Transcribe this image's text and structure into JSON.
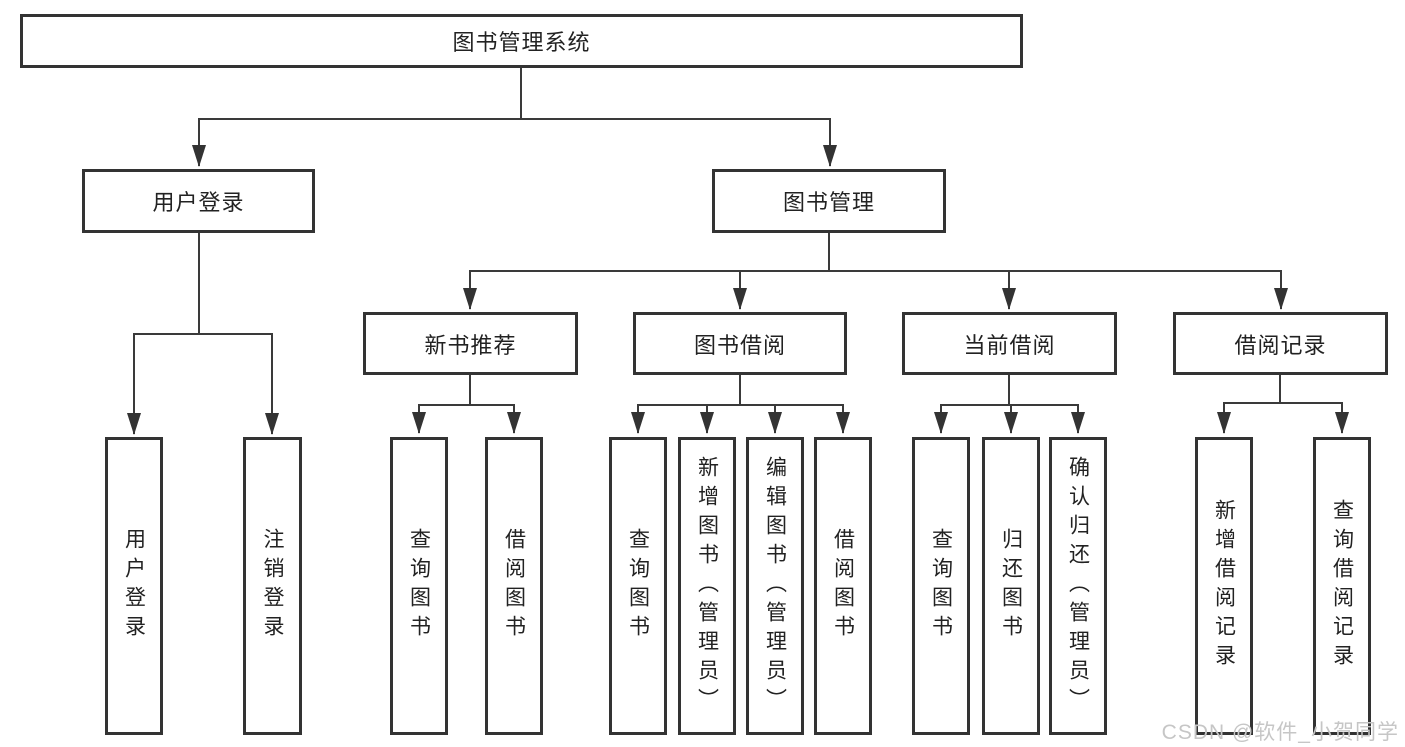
{
  "diagram": {
    "kind": "feature-tree",
    "colors": {
      "background": "#ffffff",
      "box_border": "#333333",
      "connector_line": "#3a3a3a",
      "arrowhead": "#333333",
      "text": "#222222",
      "watermark_text": "#c6c6c6"
    }
  },
  "tree": {
    "label": "图书管理系统",
    "children": [
      {
        "label": "用户登录",
        "children": [
          {
            "label": "用户登录"
          },
          {
            "label": "注销登录"
          }
        ]
      },
      {
        "label": "图书管理",
        "children": [
          {
            "label": "新书推荐",
            "children": [
              {
                "label": "查询图书"
              },
              {
                "label": "借阅图书"
              }
            ]
          },
          {
            "label": "图书借阅",
            "children": [
              {
                "label": "查询图书"
              },
              {
                "label": "新增图书（管理员）"
              },
              {
                "label": "编辑图书（管理员）"
              },
              {
                "label": "借阅图书"
              }
            ]
          },
          {
            "label": "当前借阅",
            "children": [
              {
                "label": "查询图书"
              },
              {
                "label": "归还图书"
              },
              {
                "label": "确认归还（管理员）"
              }
            ]
          },
          {
            "label": "借阅记录",
            "children": [
              {
                "label": "新增借阅记录"
              },
              {
                "label": "查询借阅记录"
              }
            ]
          }
        ]
      }
    ]
  },
  "watermark": {
    "text": "CSDN @软件_小贺同学"
  }
}
